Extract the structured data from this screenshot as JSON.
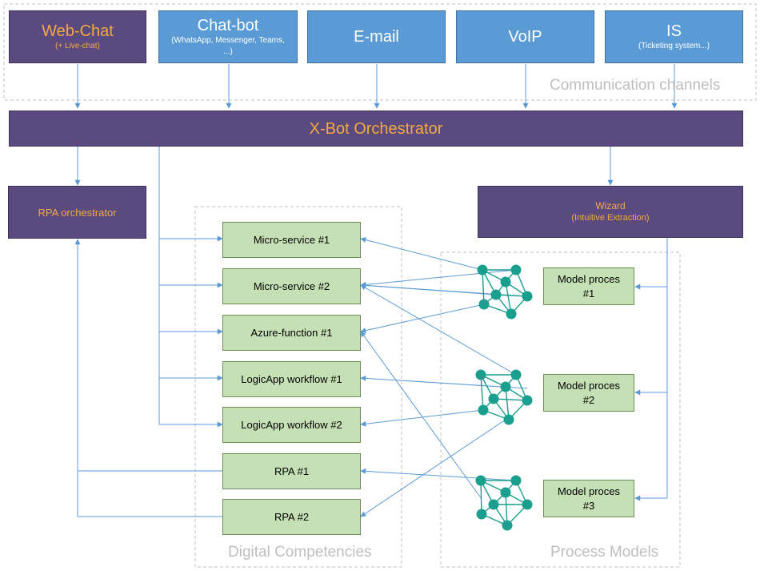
{
  "regions": {
    "communication": "Communication channels",
    "competencies": "Digital Competencies",
    "models": "Process Models"
  },
  "channels": [
    {
      "title": "Web-Chat",
      "sub": "(+ Live-chat)"
    },
    {
      "title": "Chat-bot",
      "sub": "(WhatsApp, Messenger, Teams, ...)"
    },
    {
      "title": "E-mail",
      "sub": ""
    },
    {
      "title": "VoIP",
      "sub": ""
    },
    {
      "title": "IS",
      "sub": "(Ticketing system...)"
    }
  ],
  "orchestrator": "X-Bot Orchestrator",
  "rpa_orchestrator": "RPA orchestrator",
  "wizard": {
    "title": "Wizard",
    "sub": "(Intuitive Extraction)"
  },
  "competencies": [
    "Micro-service #1",
    "Micro-service #2",
    "Azure-function #1",
    "LogicApp workflow #1",
    "LogicApp workflow #2",
    "RPA #1",
    "RPA #2"
  ],
  "models": [
    {
      "line1": "Model proces",
      "line2": "#1"
    },
    {
      "line1": "Model proces",
      "line2": "#2"
    },
    {
      "line1": "Model proces",
      "line2": "#3"
    }
  ],
  "colors": {
    "channel_fill": "#5b9bd5",
    "orchestrator_fill": "#5a4a80",
    "orchestrator_text": "#f4a940",
    "competency_fill": "#c5e0b4",
    "network_node": "#1a9e8e",
    "connector": "#5b9bd5"
  }
}
